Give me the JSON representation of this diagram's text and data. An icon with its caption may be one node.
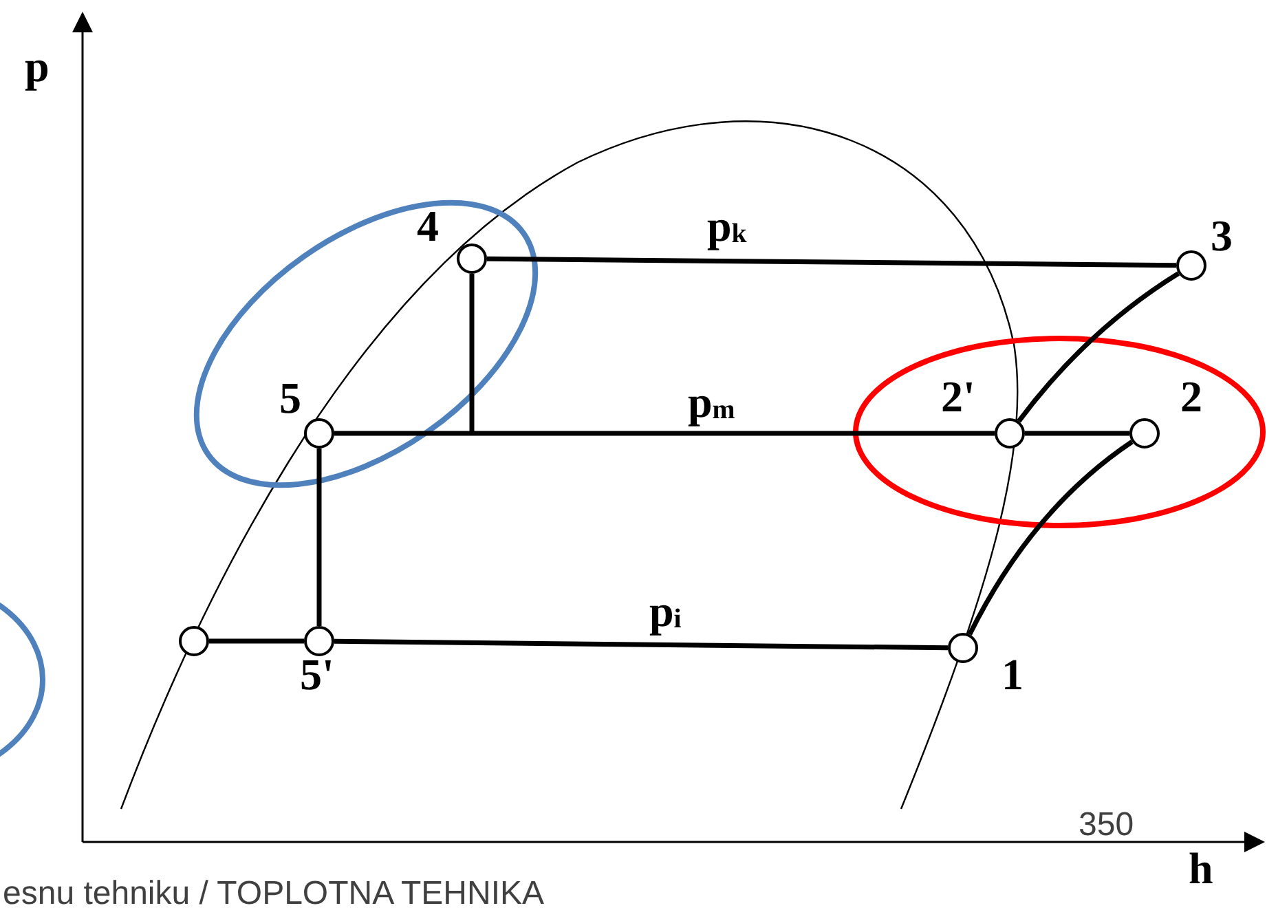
{
  "diagram": {
    "nodes": [
      {
        "text": [],
        "shape": "circle",
        "beside": [
          "4"
        ]
      },
      {
        "text": [],
        "shape": "circle",
        "beside": [
          "3"
        ]
      },
      {
        "text": [],
        "shape": "circle",
        "beside": [
          "5"
        ]
      },
      {
        "text": [],
        "shape": "circle",
        "beside": [
          "2'"
        ]
      },
      {
        "text": [],
        "shape": "circle",
        "beside": [
          "2"
        ]
      },
      {
        "text": [],
        "shape": "circle"
      },
      {
        "text": [],
        "shape": "circle",
        "beside": [
          "5'"
        ]
      },
      {
        "text": [],
        "shape": "circle",
        "beside": [
          "1"
        ]
      }
    ],
    "edges": [
      {
        "from": 0,
        "to": 1,
        "arrow": "none"
      },
      {
        "from": 2,
        "to": 3,
        "arrow": "none"
      },
      {
        "from": 3,
        "to": 4,
        "arrow": "none"
      },
      {
        "from": 3,
        "to": 1,
        "arrow": "none"
      },
      {
        "from": 7,
        "to": 4,
        "arrow": "none"
      },
      {
        "from": 2,
        "to": 6,
        "arrow": "none"
      },
      {
        "from": 5,
        "to": 6,
        "arrow": "none"
      },
      {
        "from": 6,
        "to": 7,
        "arrow": "none"
      },
      {
        "from": 0,
        "to": null,
        "arrow": "none"
      }
    ],
    "labels": [
      "p",
      "p$_{k}$",
      "p$_{m}$",
      "p$_{i}$",
      "350",
      "h",
      "esnu tehniku / TOPLOTNA TEHNIKA"
    ]
  }
}
